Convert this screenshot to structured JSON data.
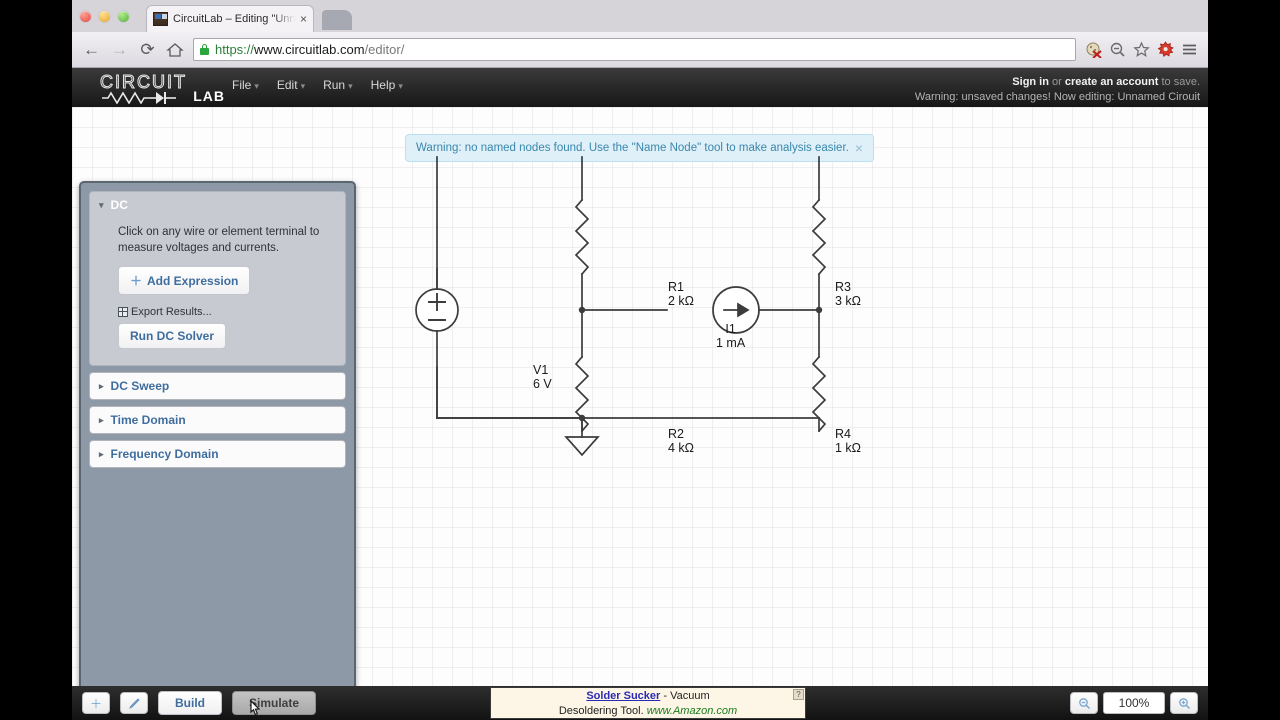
{
  "browser": {
    "tab_title": "CircuitLab – Editing \"Unna",
    "tab_close": "×",
    "back_icon": "←",
    "forward_icon": "→",
    "reload_icon": "⟳",
    "url": {
      "scheme": "https://",
      "host": "www.circuitlab.com",
      "path": "/editor/"
    },
    "icons": {
      "lock": "lock-icon",
      "cookie_blocked": "cookie-blocked-icon",
      "zoom_out": "zoom-out-icon",
      "bookmark": "star-icon",
      "extension": "extension-icon",
      "menu": "hamburger-menu-icon",
      "home": "home-icon",
      "fullscreen": "fullscreen-icon"
    }
  },
  "app": {
    "logo": {
      "top": "CIRCUIT",
      "bottom": "LAB"
    },
    "menu": [
      {
        "label": "File",
        "caret": "▾"
      },
      {
        "label": "Edit",
        "caret": "▾"
      },
      {
        "label": "Run",
        "caret": "▾"
      },
      {
        "label": "Help",
        "caret": "▾"
      }
    ],
    "account": {
      "signin": "Sign in",
      "or": " or ",
      "create": "create an account",
      "tosave": " to save.",
      "warning": "Warning: unsaved changes! Now editing: Unnamed Cirouit"
    },
    "banner": {
      "text": "Warning: no named nodes found. Use the \"Name Node\" tool to make analysis easier.",
      "close": "×"
    },
    "sidebar": {
      "dc": {
        "title": "DC",
        "tri": "▾",
        "hint": "Click on any wire or element terminal to measure voltages and currents.",
        "add_expression": "Add Expression",
        "plus": "＋",
        "export": "Export Results...",
        "run": "Run DC Solver"
      },
      "sections": [
        {
          "label": "DC Sweep",
          "tri": "▸"
        },
        {
          "label": "Time Domain",
          "tri": "▸"
        },
        {
          "label": "Frequency Domain",
          "tri": "▸"
        }
      ]
    },
    "bottom": {
      "add_tool": "＋",
      "wire_tool": "✒",
      "build": "Build",
      "simulate": "Simulate",
      "zoom_out": "⌕",
      "zoom_in": "⌕",
      "zoom_value": "100%"
    },
    "ad": {
      "link": "Solder Sucker",
      "mid": " - Vacuum",
      "line2": "Desoldering Tool.",
      "site": "www.Amazon.com",
      "help": "?"
    }
  },
  "circuit": {
    "components": [
      {
        "id": "V1",
        "type": "voltage-source",
        "name": "V1",
        "value": "6 V"
      },
      {
        "id": "R1",
        "type": "resistor",
        "name": "R1",
        "value": "2 kΩ"
      },
      {
        "id": "R2",
        "type": "resistor",
        "name": "R2",
        "value": "4 kΩ"
      },
      {
        "id": "R3",
        "type": "resistor",
        "name": "R3",
        "value": "3 kΩ"
      },
      {
        "id": "R4",
        "type": "resistor",
        "name": "R4",
        "value": "1 kΩ"
      },
      {
        "id": "I1",
        "type": "current-source",
        "name": "I1",
        "value": "1 mA"
      },
      {
        "id": "GND",
        "type": "ground",
        "name": "",
        "value": ""
      }
    ]
  }
}
